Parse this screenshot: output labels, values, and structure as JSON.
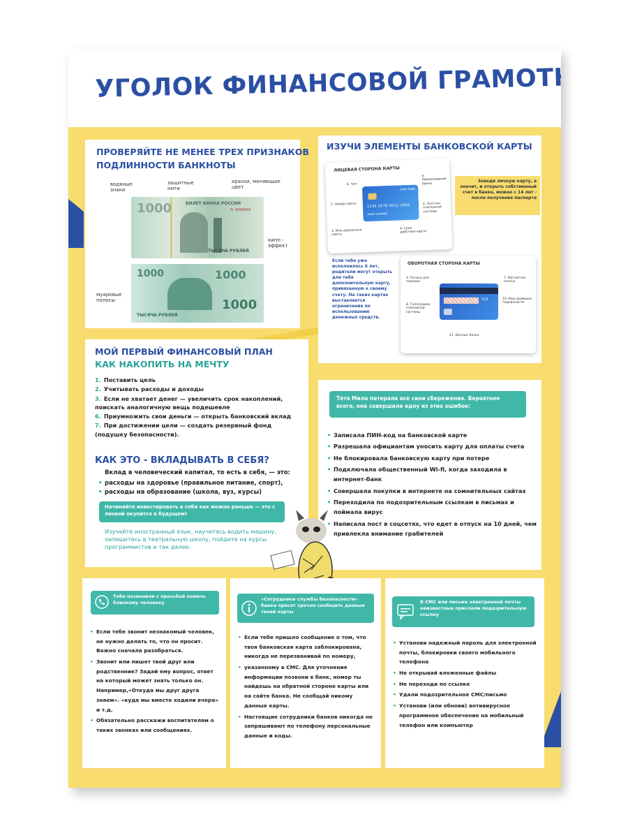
{
  "title": "УГОЛОК ФИНАНСОВОЙ ГРАМОТНОСТИ",
  "banknote": {
    "heading_line1": "ПРОВЕРЯЙТЕ НЕ МЕНЕЕ ТРЕХ ПРИЗНАКОВ",
    "heading_line2": "ПОДЛИННОСТИ БАНКНОТЫ",
    "labels": {
      "watermarks": "водяные знаки",
      "threads": "защитные нити",
      "inks": "краски, меняющие цвет",
      "kipp": "кипп - эффект",
      "moire": "муаровые полосы"
    },
    "note_text": {
      "bank": "БИЛЕТ БАНКА РОССИИ",
      "denomination": "1000",
      "words": "ТЫСЯЧА РУБЛЕЙ",
      "serial": "Рг 0000000"
    }
  },
  "card": {
    "heading": "ИЗУЧИ ЭЛЕМЕНТЫ БАНКОВСКОЙ КАРТЫ",
    "front_title": "ЛИЦЕВАЯ СТОРОНА КАРТЫ",
    "front_labels": [
      "6. Чип",
      "1. Номер карты",
      "3. Имя держателя карты",
      "5. Наименование банка",
      "2. Логотип платежной системы",
      "4. Срок действия карты"
    ],
    "front_card_text": {
      "bank": "BANK NAME",
      "number": "1234 5678 9012 3456",
      "name": "NAME SURNAME"
    },
    "age14_note": "Заведи личную карту, а значит, и открыть собственный счет в банке, можно с 14 лет - после получения паспорта",
    "age6_note": "Если тебе уже исполнилось 6 лет, родители могут открыть для тебя дополнительную карту, привязанную к своему счету. На таких картах выставляется ограничение по использованию денежных средств.",
    "back_title": "ОБОРОТНАЯ СТОРОНА КАРТЫ",
    "back_labels": [
      "9. Полоса для подписи",
      "7. Магнитная полоса",
      "8. Голограмма платежной системы",
      "10. Код проверки подлинности",
      "11. Данные банка"
    ],
    "back_card_text": {
      "cvc": "123"
    }
  },
  "plan": {
    "heading1": "МОЙ ПЕРВЫЙ ФИНАНСОВЫЙ ПЛАН",
    "heading2": "КАК НАКОПИТЬ НА МЕЧТУ",
    "items": [
      {
        "num": "1.",
        "text": "Поставить цель"
      },
      {
        "num": "2.",
        "text": "Учитывать расходы и доходы"
      },
      {
        "num": "3.",
        "text": "Если не хватает денег — увеличить срок накоплений, поискать аналогичную вещь подешевле"
      },
      {
        "num": "6.",
        "text": "Приумножить свои деньги — открыть банковский вклад"
      },
      {
        "num": "7.",
        "text": "При достижении цели — создать резервный фонд (подушку безопасности)."
      }
    ],
    "invest_heading": "КАК ЭТО - ВКЛАДЫВАТЬ В СЕБЯ?",
    "invest_intro": "Вклад в человеческий капитал, то есть в себя, — это:",
    "invest_items": [
      "расходы на здоровье (правильное питание, спорт),",
      "расходы на образование (школа, вуз, курсы)"
    ],
    "invest_box": "Начинайте инвестировать в себя как можно раньше — это с лихвой окупится в будущем!",
    "invest_tip": "Изучайте иностранный язык, научитесь водить машину, запишитесь в театральную школу, пойдите на курсы программистов и так далее."
  },
  "mistakes": {
    "box": "Тетя Мила потеряла все свои сбережения. Вероятнее всего, она совершила одну из этих ошибок:",
    "items": [
      "Записала ПИН-код на банковской карте",
      "Разрешала официантам уносить карту для оплаты счета",
      "Не блокировала банковскую карту при потере",
      "Подключала общественный Wi-fi, когда заходила в интернет-банк",
      "Совершала покупки в интернете на сомнительных сайтах",
      "Переходила по подозрительным ссылкам в письмах и поймала вирус",
      "Написала пост в соцсетях, что едет в отпуск на 10 дней, чем привлекла внимание грабителей"
    ]
  },
  "call": {
    "box": "Тебе позвонили с просьбой помочь близкому человеку",
    "items": [
      "Если тебе звонит незнакомый человек, не нужно делать то, что он просит. Важно сначала разобраться.",
      "Звонит или пишет твой друг или родственник? Задай ему вопрос, ответ на который может знать только он. Например,«Откуда мы друг друга знаем». «куда мы вместе ходили вчера» и т.д.",
      "Обязательно расскажи воспитателям о таких звонках или сообщениях."
    ]
  },
  "security": {
    "box": "«Сотрудники службы безопасности» банка просят срочно сообщить данные твоей карты",
    "items": [
      "Если тебе пришло сообщение о том, что твоя банковская карта заблокирована, никогда не перезванивай по номеру,",
      "указанному в СМС. Для уточнения информации позвони в банк, номер ты найдешь на обратной стороне карты или на сайте банка. Не сообщай никому данные карты.",
      "Настоящие сотрудники банков никогда не запрашивают по телефону персональные данные и коды."
    ]
  },
  "sms": {
    "box": "В СМС или письме электронной почты неизвестные прислали подозрительную ссылку",
    "items": [
      "Установи надежный пароль для электронной почты, блокировки своего мобильного телефона",
      "Не открывай вложенные файлы",
      "Не переходи по ссылке",
      "Удали подозрительное СМС/письмо",
      "Установи (или обнови) антивирусное программное обеспечение на мобильный телефон или компьютер"
    ]
  },
  "icons": [
    "phone-icon",
    "info-icon",
    "message-icon",
    "raccoon-illustration"
  ],
  "colors": {
    "blue": "#2b4fa3",
    "teal": "#40b8a8",
    "yellow": "#f8dc6e"
  }
}
